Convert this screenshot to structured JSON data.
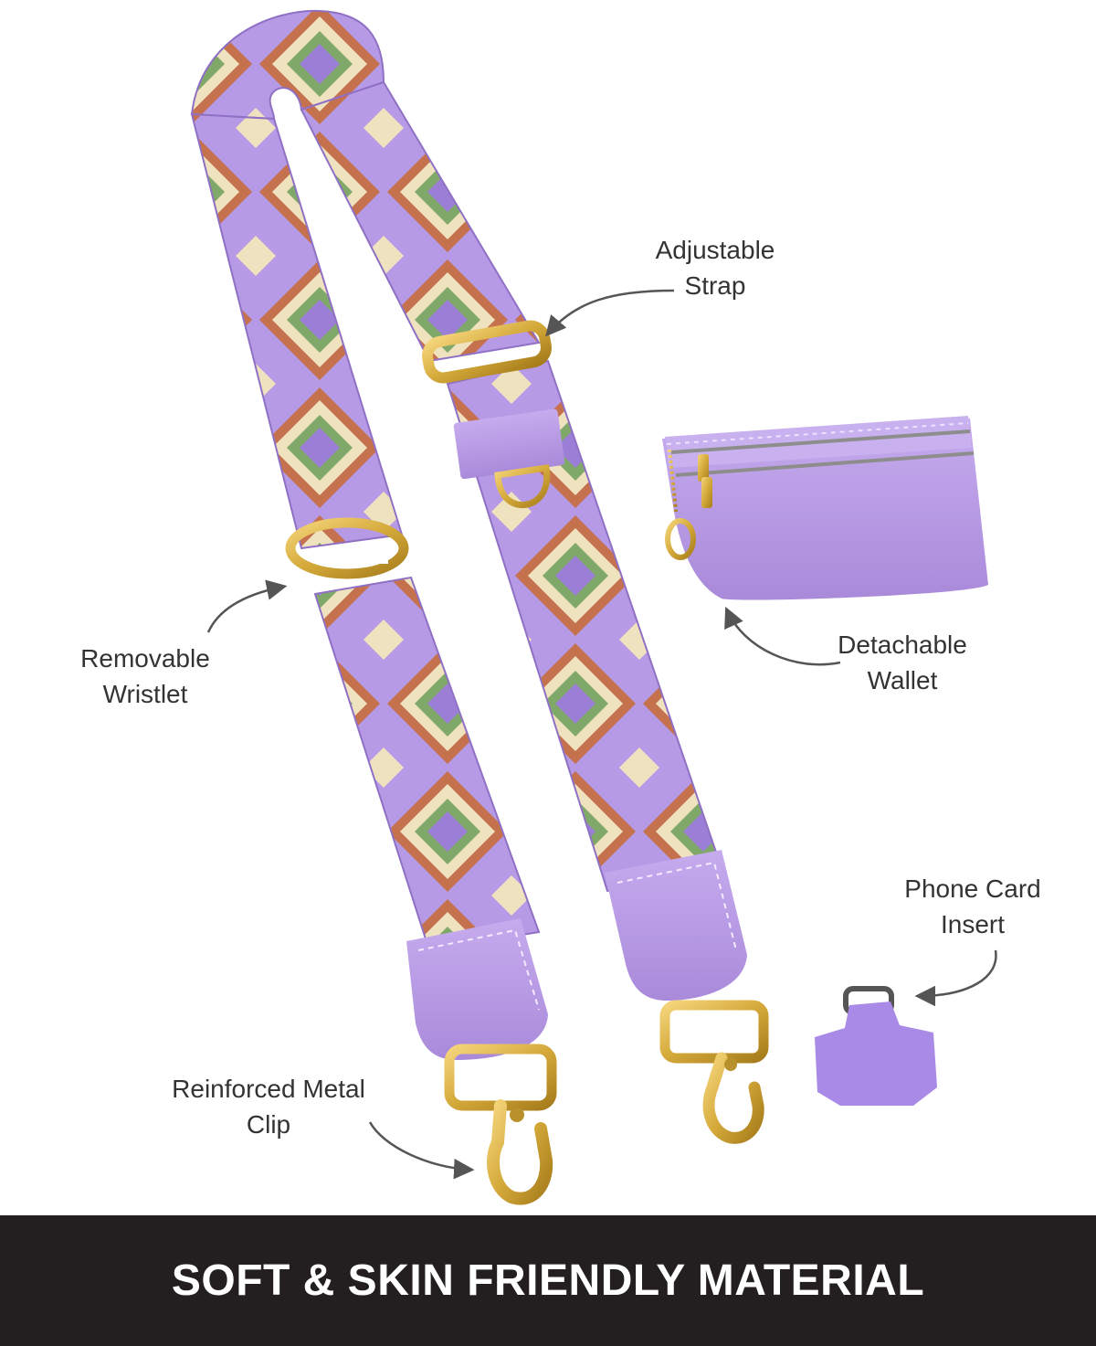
{
  "callouts": {
    "adjustable_strap": [
      "Adjustable",
      "Strap"
    ],
    "removable_wristlet": [
      "Removable",
      "Wristlet"
    ],
    "detachable_wallet": [
      "Detachable",
      "Wallet"
    ],
    "phone_card_insert": [
      "Phone Card",
      "Insert"
    ],
    "reinforced_metal_clip": [
      "Reinforced Metal",
      "Clip"
    ]
  },
  "banner": {
    "text": "SOFT & SKIN FRIENDLY MATERIAL"
  },
  "colors": {
    "lavender": "#b79ae6",
    "lavender_dark": "#9b7fd6",
    "cream": "#efe3bf",
    "rust": "#c5714e",
    "green": "#7fa869",
    "gold": "#d4a93a",
    "leather": "#bb9de8",
    "banner_bg": "#231f20"
  },
  "icons": [
    "arrow-icon",
    "snap-hook-icon",
    "slider-buckle-icon",
    "d-ring-icon",
    "zipper-icon"
  ]
}
